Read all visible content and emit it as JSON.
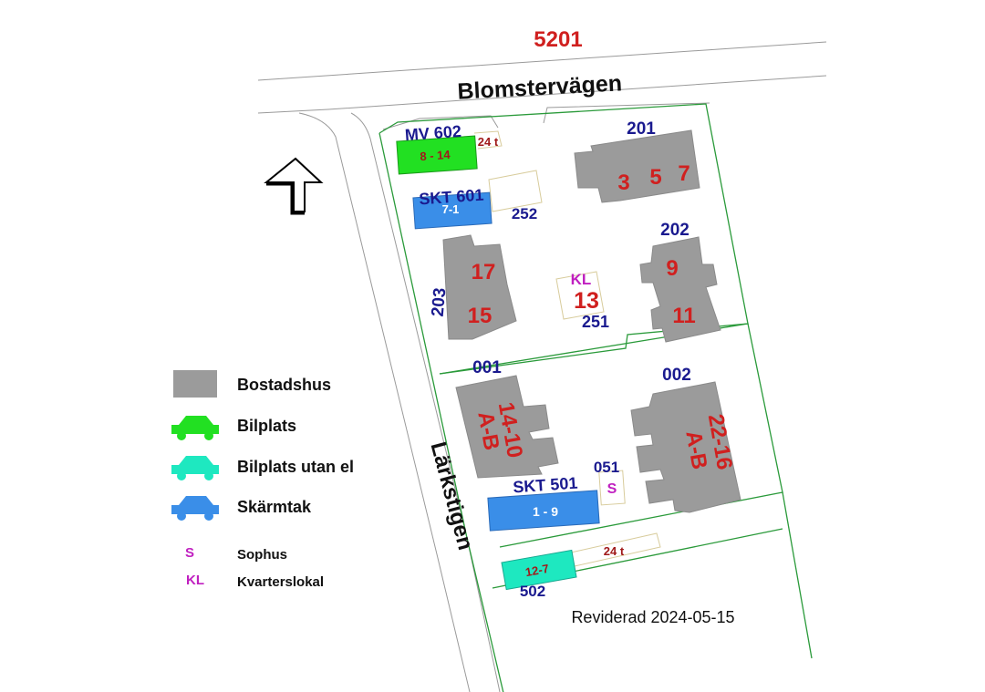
{
  "map": {
    "block_number": "5201",
    "streets": {
      "north": "Blomstervägen",
      "west": "Lärkstigen"
    },
    "revision": "Reviderad 2024-05-15",
    "colors": {
      "building": "#9b9b9b",
      "parking": "#22e022",
      "parking_no_el": "#1ee8c0",
      "carport": "#3a8ee8",
      "plot_line": "#2a9a3a",
      "number_red": "#d0201f",
      "number_blue": "#1a1a8f",
      "label_magenta": "#c020c0"
    },
    "buildings": {
      "b201": {
        "id": "201",
        "numbers": [
          "3",
          "5",
          "7"
        ]
      },
      "b202": {
        "id": "202",
        "numbers": [
          "9",
          "11"
        ]
      },
      "b203": {
        "id": "203",
        "numbers": [
          "17",
          "15"
        ]
      },
      "b001": {
        "id": "001",
        "line1": "14-10",
        "line2": "A-B"
      },
      "b002": {
        "id": "002",
        "line1": "22-16",
        "line2": "A-B"
      }
    },
    "community_room": {
      "code": "KL",
      "number": "13",
      "id": "251"
    },
    "area_252": "252",
    "parking_mv602": {
      "id": "MV 602",
      "range": "8 - 14",
      "capacity": "24 t"
    },
    "carport_skt601": {
      "id": "SKT 601",
      "range": "7-1"
    },
    "carport_skt501": {
      "id": "SKT 501",
      "range": "1 - 9"
    },
    "sophus_051": {
      "id": "051",
      "code": "S"
    },
    "parking_502": {
      "id": "502",
      "range": "12-7",
      "capacity": "24 t"
    }
  },
  "legend": {
    "items": [
      {
        "icon": "building-swatch-icon",
        "label": "Bostadshus"
      },
      {
        "icon": "car-green-icon",
        "label": "Bilplats"
      },
      {
        "icon": "car-turquoise-icon",
        "label": "Bilplats utan el"
      },
      {
        "icon": "car-blue-icon",
        "label": "Skärmtak"
      }
    ],
    "abbreviations": [
      {
        "code": "S",
        "label": "Sophus"
      },
      {
        "code": "KL",
        "label": "Kvarterslokal"
      }
    ]
  }
}
